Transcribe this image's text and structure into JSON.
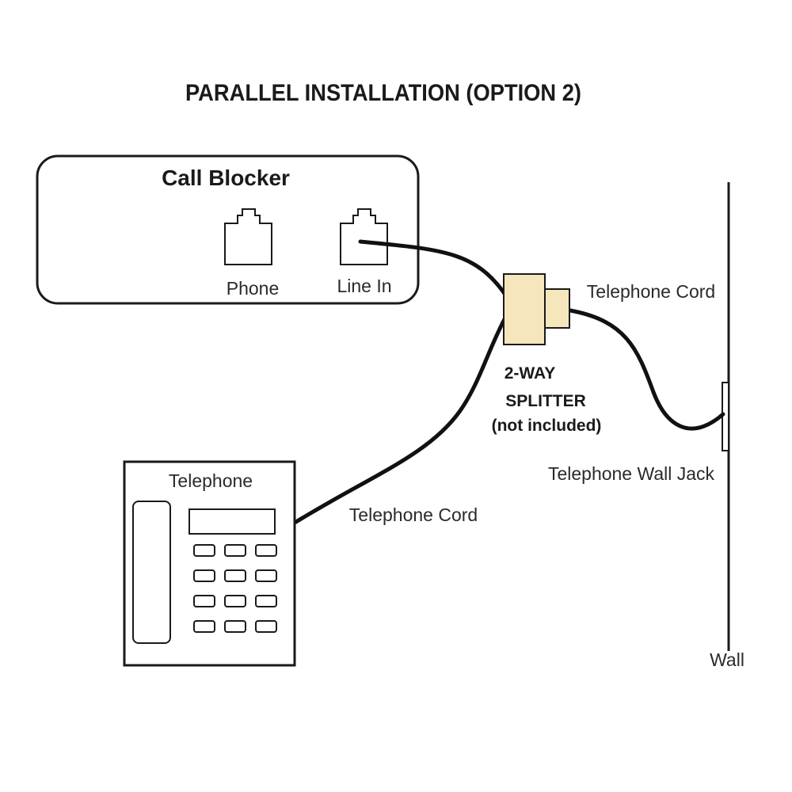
{
  "title": "PARALLEL INSTALLATION (OPTION 2)",
  "call_blocker": {
    "label": "Call Blocker",
    "ports": [
      "Phone",
      "Line In"
    ]
  },
  "splitter": {
    "lines": [
      "2-WAY",
      "SPLITTER",
      "(not included)"
    ],
    "color": "#f6e6bb"
  },
  "telephone": {
    "label": "Telephone",
    "keypad_rows": 4,
    "keypad_cols": 3
  },
  "cords": {
    "upper_label": "Telephone Cord",
    "lower_label": "Telephone Cord"
  },
  "wall_jack": {
    "label": "Telephone Wall Jack"
  },
  "wall": {
    "label": "Wall"
  }
}
